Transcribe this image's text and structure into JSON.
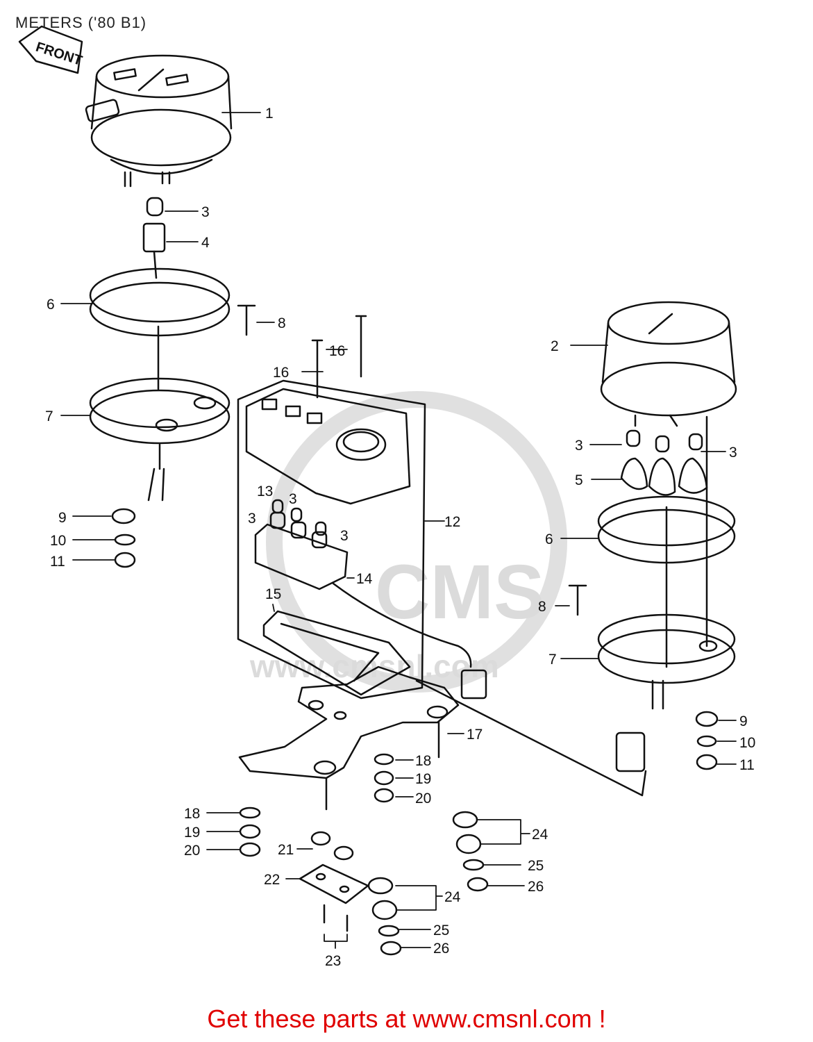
{
  "title": "METERS ('80 B1)",
  "front_tag": "FRONT",
  "footer_link": "Get these parts at www.cmsnl.com !",
  "watermark": {
    "logo": "CMS",
    "url": "www.cmsnl.com"
  },
  "colors": {
    "line": "#111111",
    "footer": "#e00000",
    "watermark": "#d8d8d8"
  },
  "callouts": {
    "c1": "1",
    "c2": "2",
    "c3a": "3",
    "c3b": "3",
    "c3c": "3",
    "c3d": "3",
    "c3e": "3",
    "c3f": "3",
    "c4": "4",
    "c5": "5",
    "c6a": "6",
    "c6b": "6",
    "c7a": "7",
    "c7b": "7",
    "c8a": "8",
    "c8b": "8",
    "c9a": "9",
    "c9b": "9",
    "c10a": "10",
    "c10b": "10",
    "c11a": "11",
    "c11b": "11",
    "c12": "12",
    "c13": "13",
    "c14": "14",
    "c15": "15",
    "c16a": "16",
    "c16b": "16",
    "c17": "17",
    "c18a": "18",
    "c18b": "18",
    "c19a": "19",
    "c19b": "19",
    "c20a": "20",
    "c20b": "20",
    "c21": "21",
    "c22": "22",
    "c23": "23",
    "c24a": "24",
    "c24b": "24",
    "c25a": "25",
    "c25b": "25",
    "c26a": "26",
    "c26b": "26"
  }
}
